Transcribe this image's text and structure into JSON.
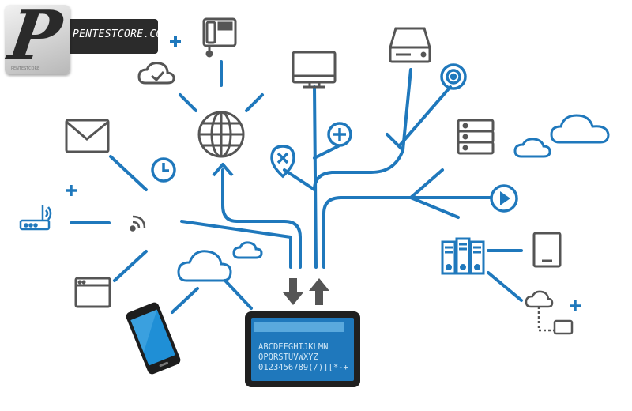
{
  "logo": {
    "letter": "P",
    "text": "PENTESTCORE.COM",
    "tagline": "PENTESTCORE"
  },
  "tablet_screen": {
    "line1": "ABCDEFGHIJKLMN",
    "line2": "OPQRSTUVWXYZ",
    "line3": "0123456789(/)][*-+"
  },
  "colors": {
    "accent_blue": "#1f78bc",
    "icon_gray": "#555555",
    "dark_device": "#222222"
  },
  "icons": [
    "telephone-icon",
    "cloud-check-icon",
    "globe-icon",
    "monitor-icon",
    "hard-drive-icon",
    "target-icon",
    "server-icon",
    "cloud-icon",
    "play-icon",
    "file-server-icon",
    "document-icon",
    "cloud-network-icon",
    "mail-icon",
    "clock-icon",
    "router-icon",
    "wifi-icon",
    "browser-window-icon",
    "smartphone-icon",
    "tablet-icon",
    "plus-icon",
    "close-circle-icon",
    "upload-download-icon"
  ]
}
